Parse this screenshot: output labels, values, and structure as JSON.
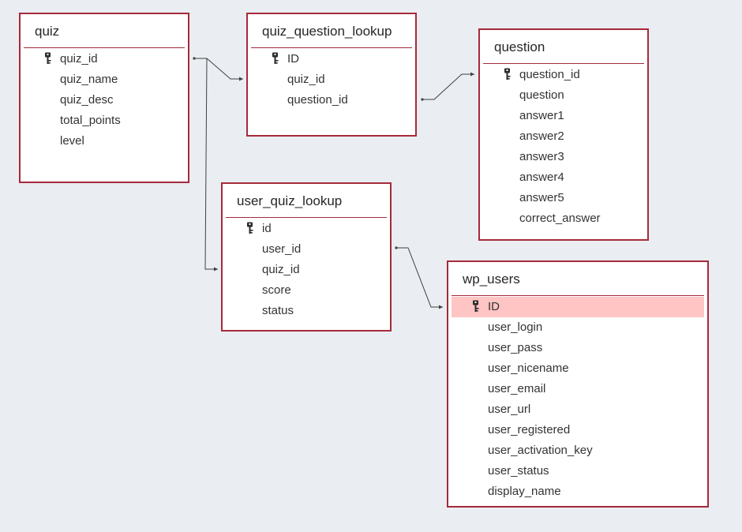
{
  "diagram": {
    "tables": [
      {
        "id": "quiz",
        "name": "quiz",
        "fields": [
          {
            "name": "quiz_id",
            "key": true
          },
          {
            "name": "quiz_name"
          },
          {
            "name": "quiz_desc"
          },
          {
            "name": "total_points"
          },
          {
            "name": "level"
          }
        ]
      },
      {
        "id": "quiz_question_lookup",
        "name": "quiz_question_lookup",
        "fields": [
          {
            "name": "ID",
            "key": true
          },
          {
            "name": "quiz_id"
          },
          {
            "name": "question_id"
          }
        ]
      },
      {
        "id": "question",
        "name": "question",
        "fields": [
          {
            "name": "question_id",
            "key": true
          },
          {
            "name": "question"
          },
          {
            "name": "answer1"
          },
          {
            "name": "answer2"
          },
          {
            "name": "answer3"
          },
          {
            "name": "answer4"
          },
          {
            "name": "answer5"
          },
          {
            "name": "correct_answer"
          }
        ]
      },
      {
        "id": "user_quiz_lookup",
        "name": "user_quiz_lookup",
        "fields": [
          {
            "name": "id",
            "key": true
          },
          {
            "name": "user_id"
          },
          {
            "name": "quiz_id"
          },
          {
            "name": "score"
          },
          {
            "name": "status"
          }
        ]
      },
      {
        "id": "wp_users",
        "name": "wp_users",
        "fields": [
          {
            "name": "ID",
            "key": true,
            "selected": true
          },
          {
            "name": "user_login"
          },
          {
            "name": "user_pass"
          },
          {
            "name": "user_nicename"
          },
          {
            "name": "user_email"
          },
          {
            "name": "user_url"
          },
          {
            "name": "user_registered"
          },
          {
            "name": "user_activation_key"
          },
          {
            "name": "user_status"
          },
          {
            "name": "display_name"
          }
        ]
      }
    ],
    "relationships": [
      {
        "from": "quiz.quiz_id",
        "to": "quiz_question_lookup.quiz_id"
      },
      {
        "from": "quiz.quiz_id",
        "to": "user_quiz_lookup.quiz_id"
      },
      {
        "from": "quiz_question_lookup.question_id",
        "to": "question.question_id"
      },
      {
        "from": "user_quiz_lookup.user_id",
        "to": "wp_users.ID"
      }
    ]
  },
  "colors": {
    "background": "#eaedf1",
    "table_border": "#a52a3a",
    "selected_row": "#ffc4c4",
    "text": "#333333",
    "connector": "#404040"
  },
  "icons": {
    "primary_key": "key-icon"
  }
}
